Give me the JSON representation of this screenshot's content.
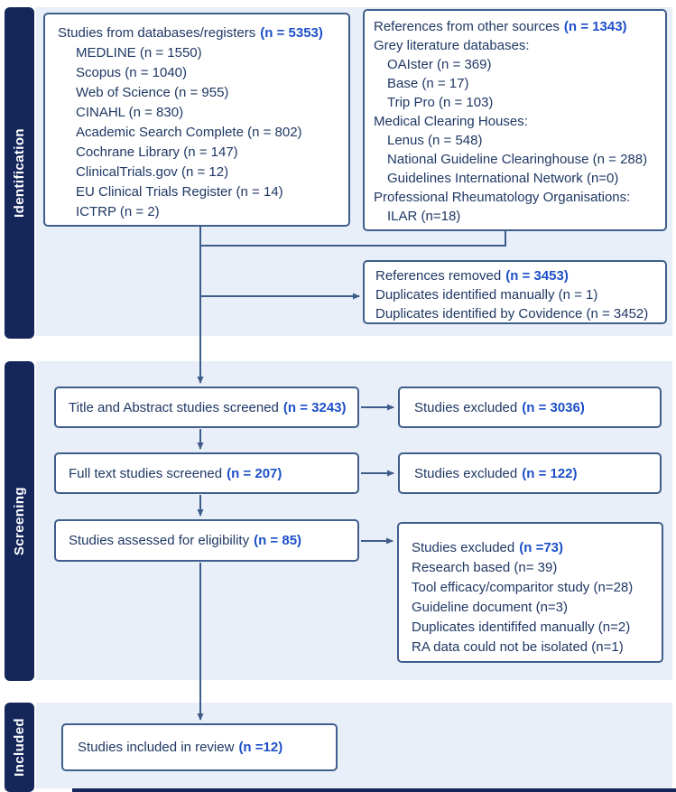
{
  "sections": {
    "identification": "Identification",
    "screening": "Screening",
    "included": "Included"
  },
  "boxes": {
    "databases": {
      "title": "Studies from databases/registers",
      "count": "(n = 5353)",
      "items": [
        "MEDLINE (n = 1550)",
        "Scopus (n = 1040)",
        "Web of Science (n = 955)",
        "CINAHL (n = 830)",
        "Academic Search Complete (n = 802)",
        "Cochrane Library (n = 147)",
        "ClinicalTrials.gov (n = 12)",
        "EU Clinical Trials Register (n = 14)",
        "ICTRP (n = 2)"
      ]
    },
    "other_sources": {
      "title": "References from other sources",
      "count": "(n = 1343)",
      "lines": [
        "Grey literature databases:",
        "OAIster (n = 369)",
        "Base (n = 17)",
        "Trip Pro (n = 103)",
        "Medical Clearing Houses:",
        "Lenus (n = 548)",
        "National Guideline Clearinghouse (n = 288)",
        "Guidelines International Network (n=0)",
        "Professional Rheumatology Organisations:",
        "ILAR (n=18)"
      ]
    },
    "references_removed": {
      "title": "References removed",
      "count": "(n = 3453)",
      "items": [
        "Duplicates identified manually (n = 1)",
        "Duplicates identified by Covidence (n = 3452)"
      ]
    },
    "title_abstract_screened": {
      "title": "Title and Abstract studies screened",
      "count": "(n = 3243)"
    },
    "studies_excluded_1": {
      "title": "Studies excluded",
      "count": "(n = 3036)"
    },
    "full_text_screened": {
      "title": "Full text studies screened",
      "count": "(n = 207)"
    },
    "studies_excluded_2": {
      "title": "Studies excluded",
      "count": "(n = 122)"
    },
    "assessed_eligibility": {
      "title": "Studies assessed for eligibility",
      "count": "(n = 85)"
    },
    "studies_excluded_3": {
      "title": "Studies excluded",
      "count": "(n =73)",
      "items": [
        "Research based (n= 39)",
        "Tool efficacy/comparitor study (n=28)",
        "Guideline document (n=3)",
        "Duplicates identififed manually (n=2)",
        "RA data could not be isolated (n=1)"
      ]
    },
    "included_review": {
      "title": "Studies included in review",
      "count": "(n =12)"
    }
  },
  "colors": {
    "sidebar_navy": "#15265B",
    "panel_blue": "#E9EFF9",
    "box_border": "#3F5E8C",
    "text_navy": "#1F3864",
    "count_blue": "#1D4FC9",
    "connector": "#3E5C8A"
  }
}
